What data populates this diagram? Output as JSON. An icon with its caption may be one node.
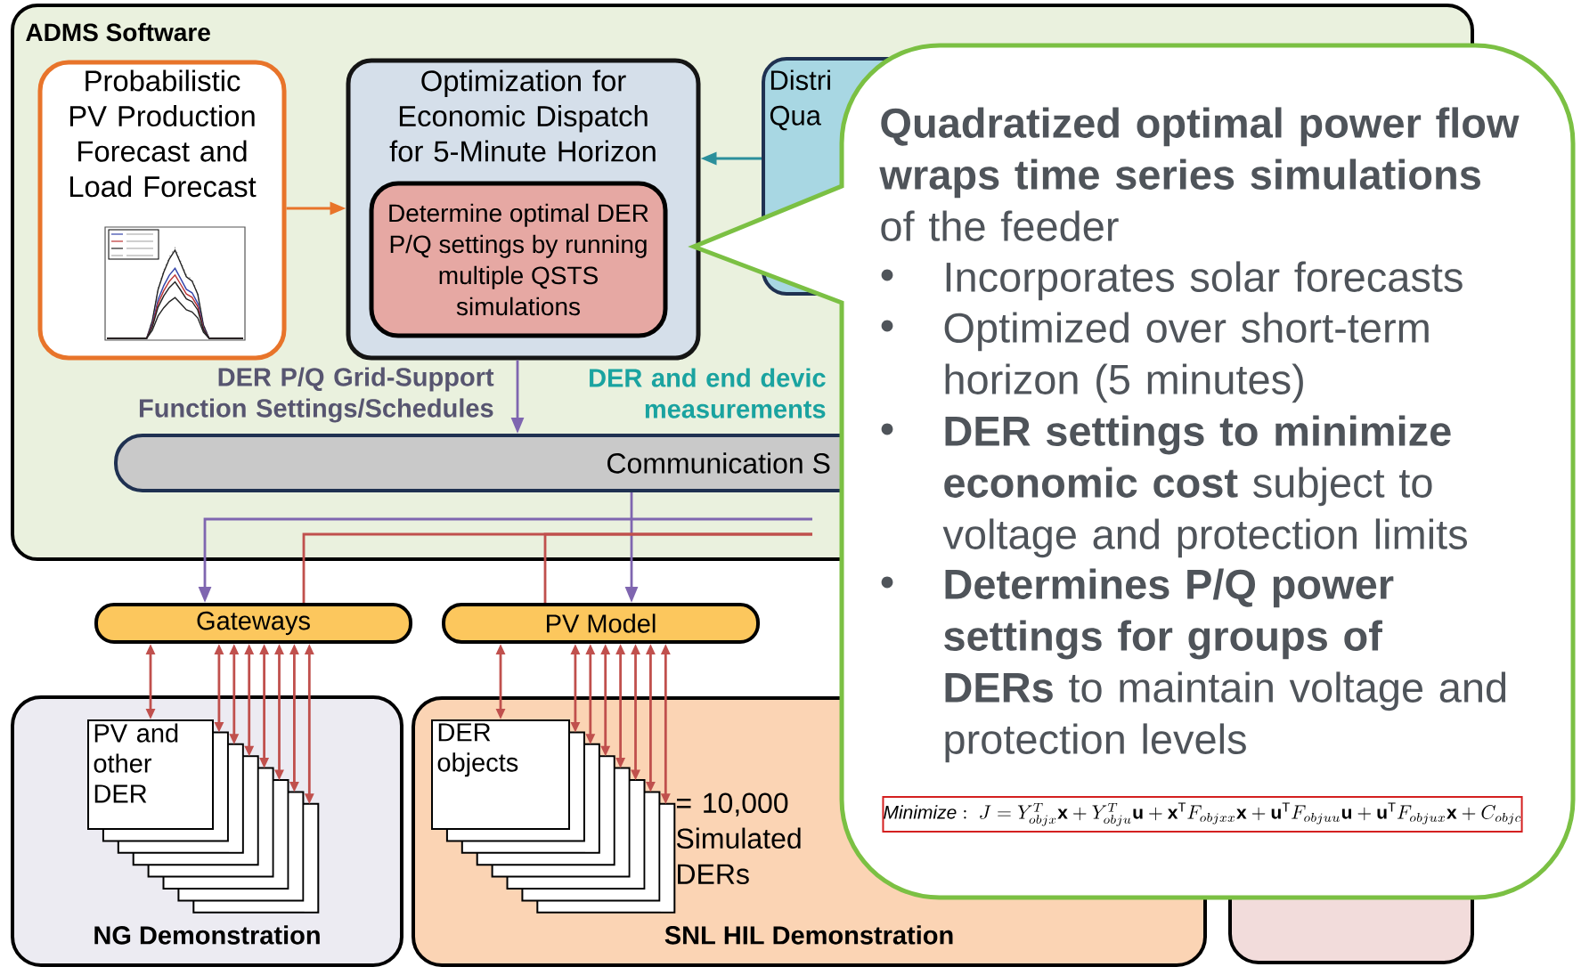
{
  "diagram": {
    "nodes": [
      {
        "text": [
          "ADMS Software"
        ]
      },
      {
        "text": [
          "Probabilistic PV Production Forecast and Load Forecast"
        ],
        "in": 0
      },
      {
        "text": [
          "Optimization for Economic Dispatch for 5-Minute Horizon"
        ],
        "in": 0
      },
      {
        "text": [
          "Determine optimal DER P/Q settings by running multiple QSTS simulations"
        ],
        "in": 2
      },
      {
        "text": [
          "Distri Qua"
        ]
      },
      {
        "text": [
          "Communication S"
        ],
        "in": 0
      },
      {
        "text": [
          "Gateways"
        ]
      },
      {
        "text": [
          "PV Model"
        ]
      },
      {
        "text": [
          "NG Demonstration"
        ]
      },
      {
        "text": [
          "PV and other DER"
        ],
        "in": 8
      },
      {
        "text": [],
        "shape": "box",
        "in": 8
      },
      {
        "text": [],
        "shape": "box",
        "in": 8
      },
      {
        "text": [],
        "shape": "box",
        "in": 8
      },
      {
        "text": [],
        "shape": "box",
        "in": 8
      },
      {
        "text": [],
        "shape": "box",
        "in": 8
      },
      {
        "text": [],
        "shape": "box",
        "in": 8
      },
      {
        "text": [],
        "shape": "box",
        "in": 8
      },
      {
        "text": [
          "SNL HIL Demonstration"
        ]
      },
      {
        "text": [
          "DER objects"
        ],
        "in": 17
      },
      {
        "text": [],
        "shape": "box",
        "in": 17
      },
      {
        "text": [],
        "shape": "box",
        "in": 17
      },
      {
        "text": [],
        "shape": "box",
        "in": 17
      },
      {
        "text": [],
        "shape": "box",
        "in": 17
      },
      {
        "text": [],
        "shape": "box",
        "in": 17
      },
      {
        "text": [],
        "shape": "box",
        "in": 17
      },
      {
        "text": [],
        "shape": "box",
        "in": 17
      },
      {
        "text": [],
        "shape": "box"
      },
      {
        "text": [
          "**Quadratized optimal power flow wraps time series simulations** of the feeder",
          "Incorporates solar forecasts",
          "Optimized over short-term horizon (5 minutes)",
          "**DER settings to minimize economic cost** subject to voltage and protection limits",
          "**Determines P/Q power settings for groups of DERs** to maintain voltage and protection levels"
        ]
      },
      {
        "text": [
          "\\mathit{Minimize:}\\;\\; J = Y^{T}_{objx}\\mathbf{x} + Y^{T}_{obju}\\mathbf{u} + \\mathbf{x}^{\\mathrm{T}}F_{objxx}\\mathbf{x} + \\mathbf{u}^{\\mathrm{T}}F_{objuu}\\mathbf{u} + \\mathbf{u}^{\\mathrm{T}}F_{objux}\\mathbf{x} + C_{objc}"
        ],
        "in": 27
      }
    ],
    "edges": [
      {
        "from": 1,
        "to": 2,
        "arrow": "to",
        "color": "#e8742a"
      },
      {
        "from": 4,
        "to": 2,
        "arrow": "to",
        "color": "#2b8f9b"
      },
      {
        "from": 2,
        "to": 5,
        "arrow": "to",
        "color": "#7f66b0",
        "label": "DER P/Q Grid-Support Function Settings/Schedules"
      },
      {
        "from": 5,
        "to": 7,
        "arrow": "to",
        "color": "#7f66b0"
      },
      {
        "from": null,
        "to": 6,
        "arrow": "to",
        "color": "#7f66b0"
      },
      {
        "from": 6,
        "to": null,
        "arrow": "none"
      },
      {
        "from": 7,
        "to": null,
        "arrow": "none"
      },
      {
        "from": 6,
        "to": 9,
        "arrow": "both"
      },
      {
        "from": 6,
        "to": 10,
        "arrow": "both"
      },
      {
        "from": 6,
        "to": 11,
        "arrow": "both"
      },
      {
        "from": 6,
        "to": 12,
        "arrow": "both"
      },
      {
        "from": 6,
        "to": 13,
        "arrow": "both"
      },
      {
        "from": 6,
        "to": 14,
        "arrow": "both"
      },
      {
        "from": 6,
        "to": 15,
        "arrow": "both"
      },
      {
        "from": 6,
        "to": 16,
        "arrow": "both"
      },
      {
        "from": 7,
        "to": 18,
        "arrow": "both"
      },
      {
        "from": 7,
        "to": 19,
        "arrow": "both"
      },
      {
        "from": 7,
        "to": 20,
        "arrow": "both"
      },
      {
        "from": 7,
        "to": 21,
        "arrow": "both"
      },
      {
        "from": 7,
        "to": 22,
        "arrow": "both"
      },
      {
        "from": 7,
        "to": 23,
        "arrow": "both"
      },
      {
        "from": 7,
        "to": 24,
        "arrow": "both"
      },
      {
        "from": 7,
        "to": 25,
        "arrow": "both"
      }
    ],
    "labels": [
      "DER and end devic measurements",
      "= 10,000 Simulated DERs"
    ]
  }
}
